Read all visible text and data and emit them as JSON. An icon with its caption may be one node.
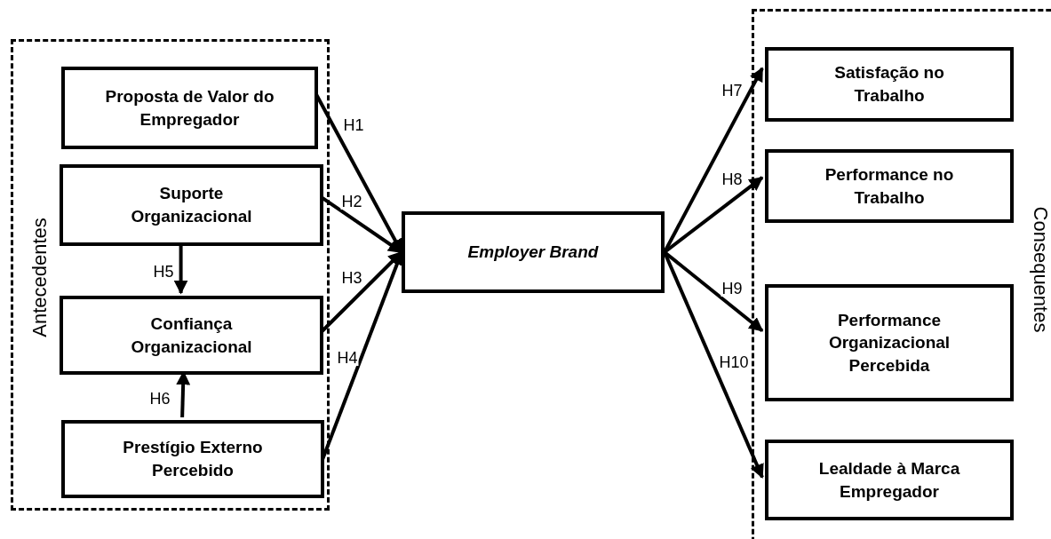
{
  "diagram": {
    "nodes": [
      {
        "text": [
          "Antecedentes"
        ]
      },
      {
        "text": [
          "Proposta de Valor do Empregador"
        ],
        "in": 0
      },
      {
        "text": [
          "Suporte Organizacional"
        ],
        "in": 0
      },
      {
        "text": [
          "Confiança Organizacional"
        ],
        "in": 0
      },
      {
        "text": [
          "Prestígio Externo Percebido"
        ],
        "in": 0
      },
      {
        "text": [
          "Employer Brand"
        ]
      },
      {
        "text": [
          "Consequentes"
        ]
      },
      {
        "text": [
          "Satisfação no Trabalho"
        ],
        "in": 6
      },
      {
        "text": [
          "Performance no Trabalho"
        ],
        "in": 6
      },
      {
        "text": [
          "Performance Organizacional Percebida"
        ],
        "in": 6
      },
      {
        "text": [
          "Lealdade à Marca Empregador"
        ],
        "in": 6
      }
    ],
    "edges": [
      {
        "from": 1,
        "to": 5,
        "arrow": "to",
        "label": "H1"
      },
      {
        "from": 2,
        "to": 5,
        "arrow": "to",
        "label": "H2"
      },
      {
        "from": 3,
        "to": 5,
        "arrow": "to",
        "label": "H3"
      },
      {
        "from": 4,
        "to": 5,
        "arrow": "to",
        "label": "H4"
      },
      {
        "from": 2,
        "to": 3,
        "arrow": "to",
        "label": "H5"
      },
      {
        "from": 4,
        "to": 3,
        "arrow": "to",
        "label": "H6"
      },
      {
        "from": 5,
        "to": 7,
        "arrow": "to",
        "label": "H7"
      },
      {
        "from": 5,
        "to": 8,
        "arrow": "to",
        "label": "H8"
      },
      {
        "from": 5,
        "to": 9,
        "arrow": "to",
        "label": "H9"
      },
      {
        "from": 5,
        "to": 10,
        "arrow": "to",
        "label": "H10"
      }
    ]
  }
}
